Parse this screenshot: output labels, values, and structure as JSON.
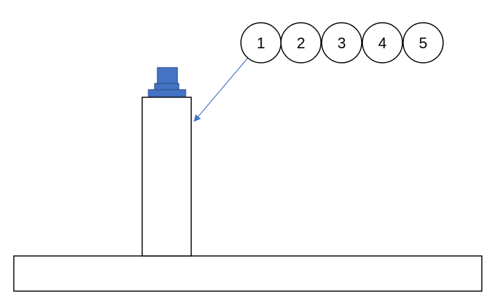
{
  "circles": [
    {
      "label": "1"
    },
    {
      "label": "2"
    },
    {
      "label": "3"
    },
    {
      "label": "4"
    },
    {
      "label": "5"
    }
  ],
  "colors": {
    "stroke": "#000000",
    "block_fill": "#4472c4",
    "block_stroke": "#2f528f",
    "arrow": "#4472c4",
    "background": "#ffffff"
  }
}
